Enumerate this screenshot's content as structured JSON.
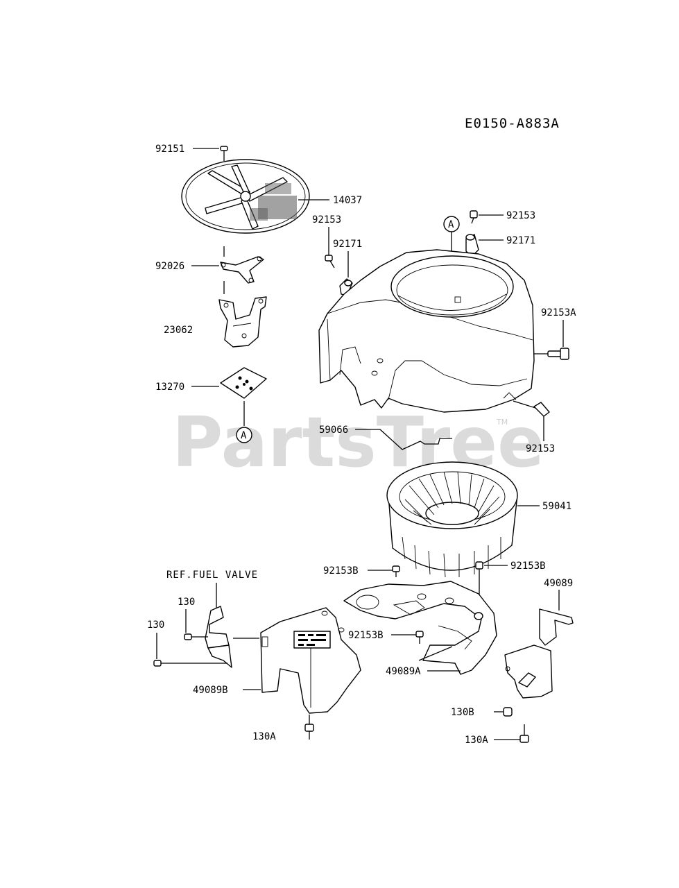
{
  "diagram_code": "E0150-A883A",
  "watermark": "PartsTree",
  "watermark_tm": "TM",
  "callout_marker": "A",
  "ref_note": "REF.FUEL VALVE",
  "parts": {
    "p92151": "92151",
    "p14037": "14037",
    "p92026": "92026",
    "p23062": "23062",
    "p13270": "13270",
    "p92153_left": "92153",
    "p92171_left": "92171",
    "p92153_top": "92153",
    "p92171_right": "92171",
    "p92153A": "92153A",
    "p92153_right": "92153",
    "p59066": "59066",
    "p59041": "59041",
    "p92153B_top": "92153B",
    "p92153B_right": "92153B",
    "p49089": "49089",
    "p92153B_mid": "92153B",
    "p49089A": "49089A",
    "p130_upper": "130",
    "p130_lower": "130",
    "p49089B": "49089B",
    "p130A_left": "130A",
    "p130B": "130B",
    "p130A_right": "130A"
  }
}
